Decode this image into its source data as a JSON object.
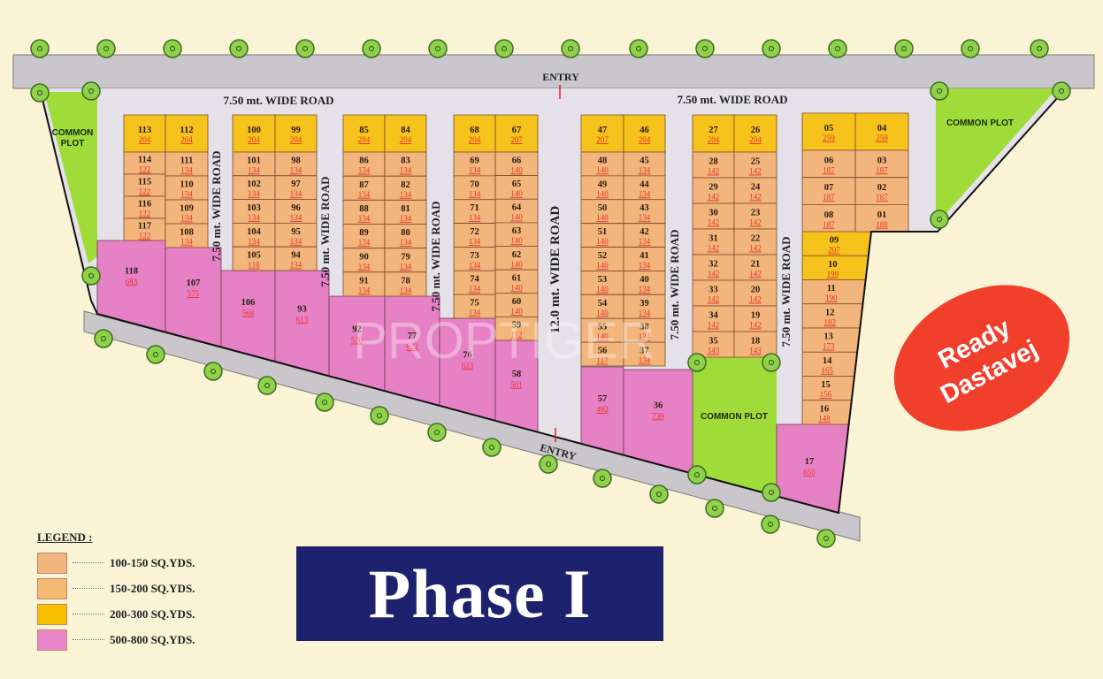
{
  "title": "Phase I",
  "badge": {
    "line1": "Ready",
    "line2": "Dastavej"
  },
  "watermark": "PROPTIGER",
  "labels": {
    "entry": "ENTRY",
    "road_750": "7.50 mt. WIDE ROAD",
    "road_12": "12.0 mt. WIDE ROAD",
    "common_plot": "COMMON PLOT",
    "common_line1": "COMMON",
    "common_line2": "PLOT"
  },
  "colors": {
    "small": "#f2b57c",
    "medium": "#f6c21c",
    "large": "#e781c6",
    "common": "#9fdc3a",
    "road": "#e5e1e8"
  },
  "legend": {
    "title": "LEGEND :",
    "items": [
      {
        "label": "100-150 SQ.YDS.",
        "color": "#f0b47e"
      },
      {
        "label": "150-200 SQ.YDS.",
        "color": "#f6b972"
      },
      {
        "label": "200-300 SQ.YDS.",
        "color": "#f6c000"
      },
      {
        "label": "500-800 SQ.YDS.",
        "color": "#e985c8"
      }
    ]
  },
  "blocks": [
    {
      "columns": [
        [
          {
            "no": "113",
            "area": "204",
            "y": 1
          },
          {
            "no": "114",
            "area": "122"
          },
          {
            "no": "115",
            "area": "122"
          },
          {
            "no": "116",
            "area": "122"
          },
          {
            "no": "117",
            "area": "122"
          }
        ],
        [
          {
            "no": "112",
            "area": "204",
            "y": 1
          },
          {
            "no": "111",
            "area": "134"
          },
          {
            "no": "110",
            "area": "134"
          },
          {
            "no": "109",
            "area": "134"
          },
          {
            "no": "108",
            "area": "134"
          }
        ]
      ]
    },
    {
      "columns": [
        [
          {
            "no": "100",
            "area": "204",
            "y": 1
          },
          {
            "no": "101",
            "area": "134"
          },
          {
            "no": "102",
            "area": "134"
          },
          {
            "no": "103",
            "area": "134"
          },
          {
            "no": "104",
            "area": "134"
          },
          {
            "no": "105",
            "area": "116"
          }
        ],
        [
          {
            "no": "99",
            "area": "204",
            "y": 1
          },
          {
            "no": "98",
            "area": "134"
          },
          {
            "no": "97",
            "area": "134"
          },
          {
            "no": "96",
            "area": "134"
          },
          {
            "no": "95",
            "area": "134"
          },
          {
            "no": "94",
            "area": "134"
          }
        ]
      ]
    },
    {
      "columns": [
        [
          {
            "no": "85",
            "area": "204",
            "y": 1
          },
          {
            "no": "86",
            "area": "134"
          },
          {
            "no": "87",
            "area": "134"
          },
          {
            "no": "88",
            "area": "134"
          },
          {
            "no": "89",
            "area": "134"
          },
          {
            "no": "90",
            "area": "134"
          },
          {
            "no": "91",
            "area": "134"
          }
        ],
        [
          {
            "no": "84",
            "area": "204",
            "y": 1
          },
          {
            "no": "83",
            "area": "134"
          },
          {
            "no": "82",
            "area": "134"
          },
          {
            "no": "81",
            "area": "134"
          },
          {
            "no": "80",
            "area": "134"
          },
          {
            "no": "79",
            "area": "134"
          },
          {
            "no": "78",
            "area": "134"
          }
        ]
      ]
    },
    {
      "columns": [
        [
          {
            "no": "68",
            "area": "204",
            "y": 1
          },
          {
            "no": "69",
            "area": "134"
          },
          {
            "no": "70",
            "area": "134"
          },
          {
            "no": "71",
            "area": "134"
          },
          {
            "no": "72",
            "area": "134"
          },
          {
            "no": "73",
            "area": "134"
          },
          {
            "no": "74",
            "area": "134"
          },
          {
            "no": "75",
            "area": "134"
          }
        ],
        [
          {
            "no": "67",
            "area": "207",
            "y": 1
          },
          {
            "no": "66",
            "area": "140"
          },
          {
            "no": "65",
            "area": "140"
          },
          {
            "no": "64",
            "area": "140"
          },
          {
            "no": "63",
            "area": "140"
          },
          {
            "no": "62",
            "area": "140"
          },
          {
            "no": "61",
            "area": "140"
          },
          {
            "no": "60",
            "area": "140"
          },
          {
            "no": "59",
            "area": "112"
          }
        ]
      ]
    },
    {
      "columns": [
        [
          {
            "no": "47",
            "area": "207",
            "y": 1
          },
          {
            "no": "48",
            "area": "140"
          },
          {
            "no": "49",
            "area": "140"
          },
          {
            "no": "50",
            "area": "140"
          },
          {
            "no": "51",
            "area": "140"
          },
          {
            "no": "52",
            "area": "140"
          },
          {
            "no": "53",
            "area": "140"
          },
          {
            "no": "54",
            "area": "140"
          },
          {
            "no": "55",
            "area": "140"
          },
          {
            "no": "56",
            "area": "117"
          }
        ],
        [
          {
            "no": "46",
            "area": "204",
            "y": 1
          },
          {
            "no": "45",
            "area": "134"
          },
          {
            "no": "44",
            "area": "134"
          },
          {
            "no": "43",
            "area": "134"
          },
          {
            "no": "42",
            "area": "134"
          },
          {
            "no": "41",
            "area": "134"
          },
          {
            "no": "40",
            "area": "134"
          },
          {
            "no": "39",
            "area": "134"
          },
          {
            "no": "38",
            "area": "134"
          },
          {
            "no": "37",
            "area": "134"
          }
        ]
      ]
    },
    {
      "columns": [
        [
          {
            "no": "27",
            "area": "204",
            "y": 1
          },
          {
            "no": "28",
            "area": "142"
          },
          {
            "no": "29",
            "area": "142"
          },
          {
            "no": "30",
            "area": "142"
          },
          {
            "no": "31",
            "area": "142"
          },
          {
            "no": "32",
            "area": "142"
          },
          {
            "no": "33",
            "area": "142"
          },
          {
            "no": "34",
            "area": "142"
          },
          {
            "no": "35",
            "area": "143"
          }
        ],
        [
          {
            "no": "26",
            "area": "204",
            "y": 1
          },
          {
            "no": "25",
            "area": "142"
          },
          {
            "no": "24",
            "area": "142"
          },
          {
            "no": "23",
            "area": "142"
          },
          {
            "no": "22",
            "area": "142"
          },
          {
            "no": "21",
            "area": "142"
          },
          {
            "no": "20",
            "area": "142"
          },
          {
            "no": "19",
            "area": "142"
          },
          {
            "no": "18",
            "area": "143"
          }
        ]
      ]
    },
    {
      "columns": [
        [
          {
            "no": "05",
            "area": "259",
            "y": 1
          },
          {
            "no": "06",
            "area": "187"
          },
          {
            "no": "07",
            "area": "187"
          },
          {
            "no": "08",
            "area": "187"
          },
          {
            "no": "09",
            "area": "207",
            "y": 1
          },
          {
            "no": "10",
            "area": "199",
            "y": 1
          },
          {
            "no": "11",
            "area": "190"
          },
          {
            "no": "12",
            "area": "182"
          },
          {
            "no": "13",
            "area": "173"
          },
          {
            "no": "14",
            "area": "165"
          },
          {
            "no": "15",
            "area": "156"
          },
          {
            "no": "16",
            "area": "148"
          }
        ],
        [
          {
            "no": "04",
            "area": "259",
            "y": 1
          },
          {
            "no": "03",
            "area": "187"
          },
          {
            "no": "02",
            "area": "187"
          },
          {
            "no": "01",
            "area": "188"
          }
        ]
      ]
    }
  ],
  "large_plots": [
    {
      "no": "118",
      "area": "683"
    },
    {
      "no": "107",
      "area": "575"
    },
    {
      "no": "106",
      "area": "568"
    },
    {
      "no": "93",
      "area": "613"
    },
    {
      "no": "92",
      "area": "530"
    },
    {
      "no": "77",
      "area": "622"
    },
    {
      "no": "76",
      "area": "623"
    },
    {
      "no": "58",
      "area": "501"
    },
    {
      "no": "57",
      "area": "492"
    },
    {
      "no": "36",
      "area": "739"
    },
    {
      "no": "17",
      "area": "650"
    }
  ]
}
